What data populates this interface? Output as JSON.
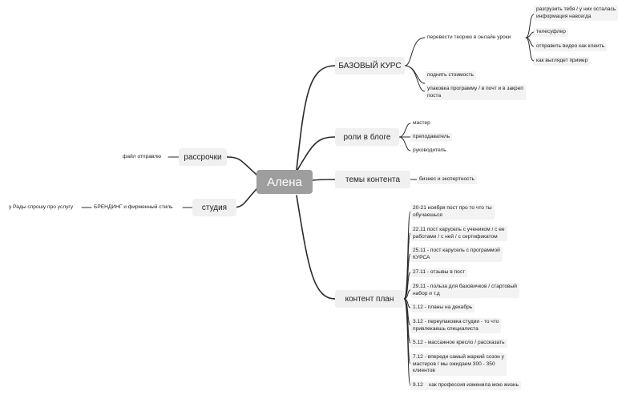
{
  "root": "Алена",
  "branches": {
    "base_course": {
      "label": "БАЗОВЫЙ КУРС",
      "sub1": {
        "label": "перевести теорию в онлайн уроки",
        "children": [
          {
            "line1": "разгрузить тебя /  у них осталась",
            "line2": "информация навсегда"
          },
          {
            "line1": "телесуфлер"
          },
          {
            "line1": "отправить видео как клеить"
          },
          {
            "line1": "как выглядет пример"
          }
        ]
      },
      "sub2": {
        "line1": "поднять стоимость"
      },
      "sub3": {
        "line1": "упаковка программу / в почт и в закреп",
        "line2": "поста"
      }
    },
    "blog_roles": {
      "label": "роли в блоге",
      "children": [
        {
          "line1": "мастер"
        },
        {
          "line1": "преподаватель"
        },
        {
          "line1": "руководитель"
        }
      ]
    },
    "content_topics": {
      "label": "темы контента",
      "children": [
        {
          "line1": "бизнес и экспертность"
        }
      ]
    },
    "content_plan": {
      "label": "контент план",
      "children": [
        {
          "line1": "20-21 ноября пост про то что ты",
          "line2": "обучаешься"
        },
        {
          "line1": "22.11 пост карусель с учеником / с ее",
          "line2": "работами / с ней / с сертификатом"
        },
        {
          "line1": "25.11 - пост карусель с программой",
          "line2": "КУРСА"
        },
        {
          "line1": "27.11 - отзывы в пост"
        },
        {
          "line1": "29.11 - польза для базовичков / стартовый",
          "line2": "набор и т.д"
        },
        {
          "line1": "1.12 - планы на декабрь"
        },
        {
          "line1": "3.12 - переупаковка студии - то что",
          "line2": "привлекаешь специалиста"
        },
        {
          "line1": "5.12 - массажное кресло / рассказать"
        },
        {
          "line1": "7.12 - впереди самый жаркий созон у",
          "line2": "мастеров / мы ожидаем 300 - 350",
          "line3": "клиентов"
        },
        {
          "line1": "9.12    как профессия изменила мою жизнь"
        }
      ]
    },
    "installments": {
      "label": "рассрочки",
      "children": [
        {
          "line1": "файл отправлю"
        }
      ]
    },
    "studio": {
      "label": "студия",
      "sub1": {
        "line1": "БРЕНДИНГ и фирменный стиль"
      },
      "sub2": {
        "line1": "у Рады спрошу про услугу"
      }
    }
  }
}
